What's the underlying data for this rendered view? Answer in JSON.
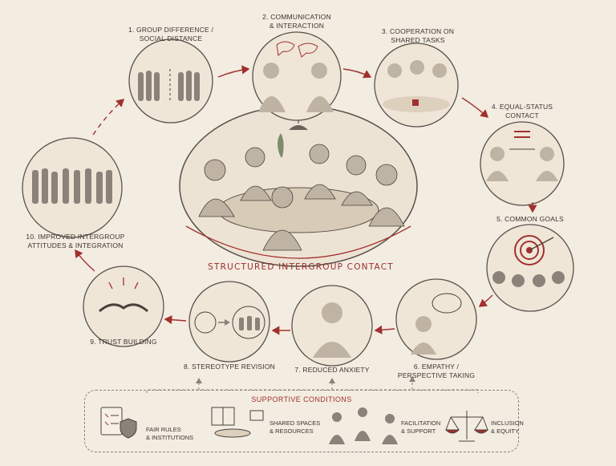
{
  "steps": [
    {
      "label": "1. GROUP DIFFERENCE /\nSOCIAL DISTANCE"
    },
    {
      "label": "2. COMMUNICATION\n& INTERACTION"
    },
    {
      "label": "3. COOPERATION ON\nSHARED TASKS"
    },
    {
      "label": "4. EQUAL-STATUS\nCONTACT"
    },
    {
      "label": "5. COMMON GOALS"
    },
    {
      "label": "6. EMPATHY /\nPERSPECTIVE TAKING"
    },
    {
      "label": "7. REDUCED ANXIETY"
    },
    {
      "label": "8. STEREOTYPE REVISION"
    },
    {
      "label": "9. TRUST BUILDING"
    },
    {
      "label": "10. IMPROVED INTERGROUP\nATTITUDES & INTEGRATION"
    }
  ],
  "center": {
    "label": "STRUCTURED INTERGROUP CONTACT"
  },
  "supportive": {
    "title": "SUPPORTIVE CONDITIONS",
    "items": [
      {
        "label": "FAIR RULES\n& INSTITUTIONS"
      },
      {
        "label": "SHARED SPACES\n& RESOURCES"
      },
      {
        "label": "FACILITATION\n& SUPPORT"
      },
      {
        "label": "INCLUSION\n& EQUITY"
      }
    ]
  },
  "colors": {
    "accent": "#a1302e",
    "ink": "#3b352f",
    "paper": "#f3ece1"
  }
}
